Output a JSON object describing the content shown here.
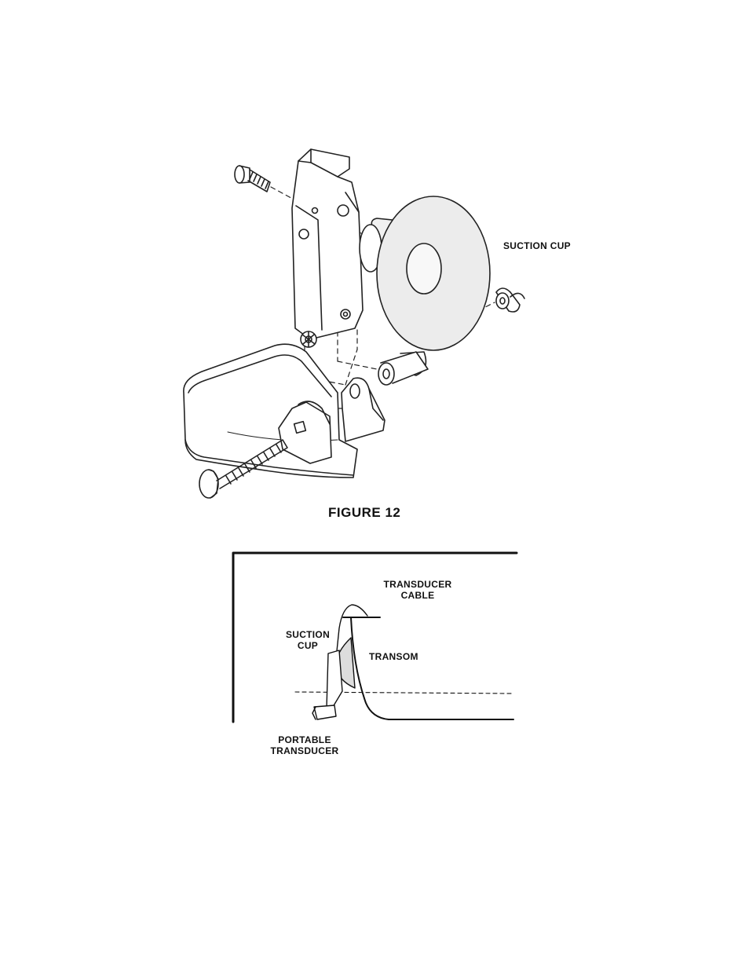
{
  "figure12": {
    "caption": "FIGURE 12",
    "label_suction_cup": "SUCTION CUP"
  },
  "figure13": {
    "label_cable_line1": "TRANSDUCER",
    "label_cable_line2": "CABLE",
    "label_cup_line1": "SUCTION",
    "label_cup_line2": "CUP",
    "label_transom": "TRANSOM",
    "label_transducer_line1": "PORTABLE",
    "label_transducer_line2": "TRANSDUCER"
  }
}
